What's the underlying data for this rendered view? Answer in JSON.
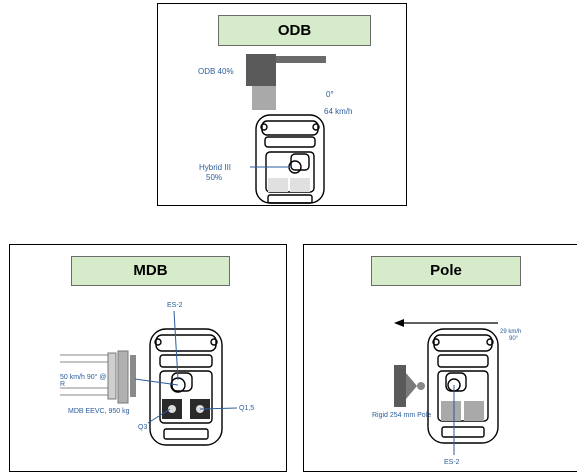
{
  "odb": {
    "title": "ODB",
    "barrier_label": "ODB 40%",
    "angle": "0°",
    "speed": "64 km/h",
    "dummy_label_1": "Hybrid III",
    "dummy_label_2": "50%"
  },
  "mdb": {
    "title": "MDB",
    "dummy_top": "ES-2",
    "speed_line_1": "50 km/h 90° @",
    "speed_line_2": "R",
    "barrier_label": "MDB EEVC, 950 kg",
    "q3": "Q3",
    "q15": "Q1,5"
  },
  "pole": {
    "title": "Pole",
    "speed_line_1": "29 km/h",
    "speed_line_2": "90°",
    "pole_label": "Rigid 254 mm Pole",
    "dummy_label": "ES-2"
  },
  "colors": {
    "title_bg": "#d6ebc9",
    "label_blue": "#2b5d9a",
    "barrier_dark": "#5a5a5a",
    "barrier_light": "#a9a9a9"
  }
}
